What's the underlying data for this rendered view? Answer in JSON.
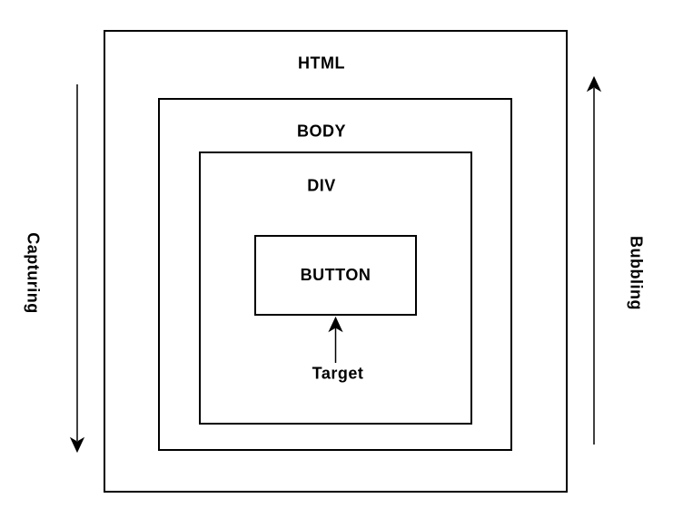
{
  "diagram": {
    "description": "DOM event propagation diagram with nested element boxes",
    "nodes": [
      {
        "id": "html",
        "label": "HTML"
      },
      {
        "id": "body",
        "label": "BODY"
      },
      {
        "id": "div",
        "label": "DIV"
      },
      {
        "id": "button",
        "label": "BUTTON"
      }
    ],
    "phases": {
      "capturing_label": "Capturing",
      "bubbling_label": "Bubbling"
    },
    "target": {
      "label": "Target"
    },
    "colors": {
      "stroke": "#000000",
      "text": "#000000",
      "background": "#ffffff"
    }
  }
}
